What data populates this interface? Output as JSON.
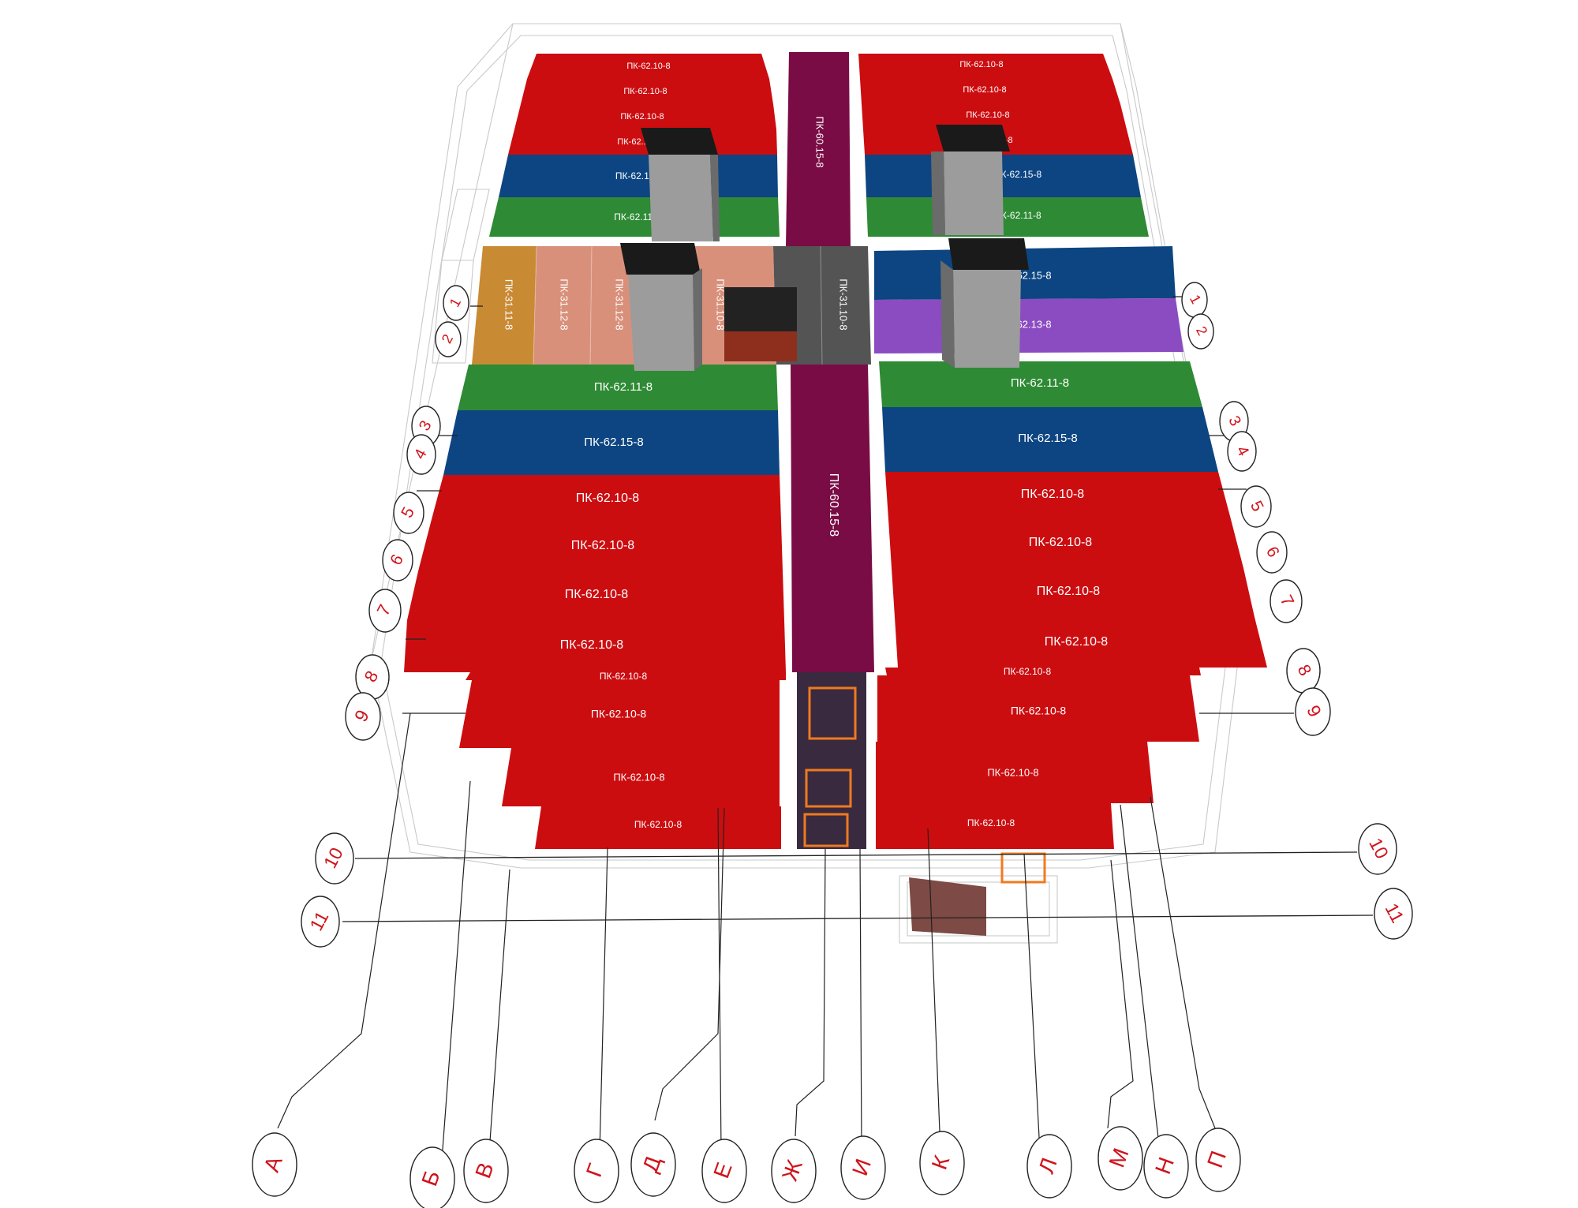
{
  "slabs": {
    "top_left": [
      "ПК-62.10-8",
      "ПК-62.10-8",
      "ПК-62.10-8",
      "ПК-62.10-8",
      "ПК-62.15-8",
      "ПК-62.11-8"
    ],
    "top_right": [
      "ПК-62.10-8",
      "ПК-62.10-8",
      "ПК-62.10-8",
      "ПК-62.10-8",
      "ПК-62.15-8",
      "ПК-62.11-8"
    ],
    "top_shaft": "ПК-60.15-8",
    "mid_left": [
      "ПК-31.11-8",
      "ПК-31.12-8",
      "ПК-31.12-8",
      "ПК-31.10-8"
    ],
    "mid_center": "ПК-31.10-8",
    "mid_right": [
      "ПК-62.15-8",
      "ПК-62.13-8"
    ],
    "main_left": [
      "ПК-62.11-8",
      "ПК-62.15-8",
      "ПК-62.10-8",
      "ПК-62.10-8",
      "ПК-62.10-8",
      "ПК-62.10-8"
    ],
    "main_right": [
      "ПК-62.11-8",
      "ПК-62.15-8",
      "ПК-62.10-8",
      "ПК-62.10-8",
      "ПК-62.10-8",
      "ПК-62.10-8"
    ],
    "main_shaft": "ПК-60.15-8",
    "lower_left": [
      "ПК-62.10-8",
      "ПК-62.10-8",
      "ПК-62.10-8",
      "ПК-62.10-8"
    ],
    "lower_right": [
      "ПК-62.10-8",
      "ПК-62.10-8",
      "ПК-62.10-8",
      "ПК-62.10-8"
    ]
  },
  "axes_numeric": [
    "1",
    "2",
    "3",
    "4",
    "5",
    "6",
    "7",
    "8",
    "9",
    "10",
    "11"
  ],
  "axes_letters": [
    "А",
    "Б",
    "В",
    "Г",
    "Д",
    "Е",
    "Ж",
    "И",
    "К",
    "Л",
    "М",
    "Н",
    "П"
  ],
  "colors": {
    "red": "#cc0d10",
    "blue": "#0d4582",
    "green": "#2e8a34",
    "purple": "#8b4cc2",
    "tan": "#c98a34",
    "salmon": "#d9907a",
    "gray": "#545454",
    "maroon": "#7a0c45",
    "brick": "#9c9c9c",
    "axis_red": "#d0141b"
  }
}
